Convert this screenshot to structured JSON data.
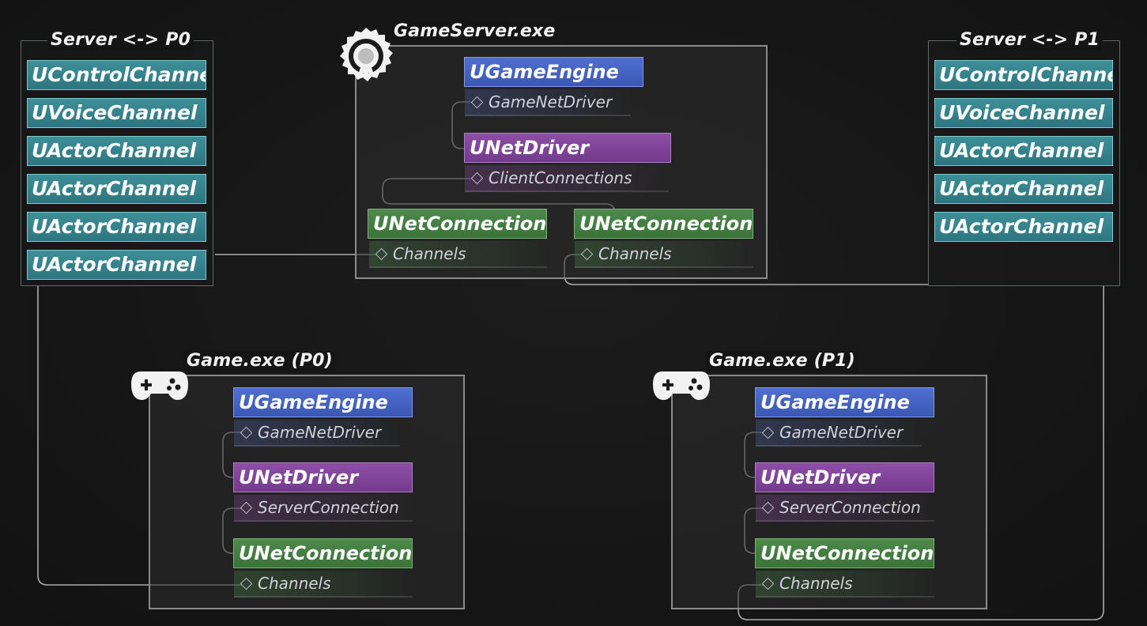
{
  "server": {
    "title": "GameServer.exe",
    "icon": "badge-icon",
    "engine": "UGameEngine",
    "engine_prop": "GameNetDriver",
    "driver": "UNetDriver",
    "driver_prop": "ClientConnections",
    "connections": [
      {
        "label": "UNetConnection",
        "prop": "Channels"
      },
      {
        "label": "UNetConnection",
        "prop": "Channels"
      }
    ]
  },
  "channels_p0": {
    "title": "Server <-> P0",
    "items": [
      "UControlChannel",
      "UVoiceChannel",
      "UActorChannel",
      "UActorChannel",
      "UActorChannel",
      "UActorChannel"
    ]
  },
  "channels_p1": {
    "title": "Server <-> P1",
    "items": [
      "UControlChannel",
      "UVoiceChannel",
      "UActorChannel",
      "UActorChannel",
      "UActorChannel"
    ]
  },
  "client_p0": {
    "title": "Game.exe (P0)",
    "icon": "gamepad-icon",
    "engine": "UGameEngine",
    "engine_prop": "GameNetDriver",
    "driver": "UNetDriver",
    "driver_prop": "ServerConnection",
    "connection": "UNetConnection",
    "connection_prop": "Channels"
  },
  "client_p1": {
    "title": "Game.exe (P1)",
    "icon": "gamepad-icon",
    "engine": "UGameEngine",
    "engine_prop": "GameNetDriver",
    "driver": "UNetDriver",
    "driver_prop": "ServerConnection",
    "connection": "UNetConnection",
    "connection_prop": "Channels"
  },
  "colors": {
    "engine": "#3a57b5",
    "driver": "#733a8c",
    "connection": "#3b7239",
    "channel": "#2d7680",
    "wire": "#a8a8a8"
  }
}
